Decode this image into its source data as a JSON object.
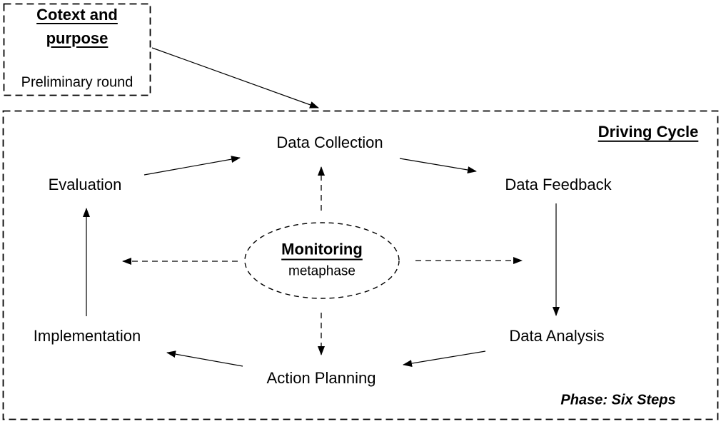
{
  "context_box": {
    "title": "Cotext and purpose",
    "subtitle": "Preliminary round"
  },
  "cycle": {
    "title": "Driving Cycle",
    "phase_note": "Phase: Six Steps",
    "steps": [
      {
        "id": "data-collection",
        "label": "Data Collection"
      },
      {
        "id": "data-feedback",
        "label": "Data Feedback"
      },
      {
        "id": "data-analysis",
        "label": "Data Analysis"
      },
      {
        "id": "action-planning",
        "label": "Action Planning"
      },
      {
        "id": "implementation",
        "label": "Implementation"
      },
      {
        "id": "evaluation",
        "label": "Evaluation"
      }
    ],
    "center": {
      "title": "Monitoring",
      "subtitle": "metaphase"
    }
  },
  "colors": {
    "line": "#000000",
    "text": "#000000",
    "background": "#ffffff"
  }
}
